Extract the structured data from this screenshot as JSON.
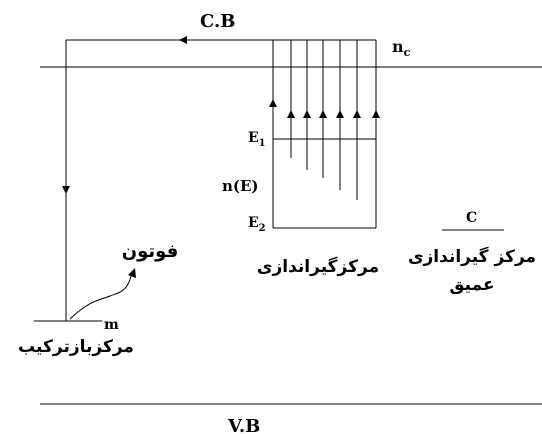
{
  "labels": {
    "conduction_band": "C.B",
    "valence_band": "V.B",
    "nc": "n",
    "nc_sub": "c",
    "e1": "E",
    "e1_sub": "1",
    "e2": "E",
    "e2_sub": "2",
    "ne": "n(E)",
    "c": "C",
    "m": "m",
    "photon": "فوتون",
    "trap_center": "مرکزگیراندازی",
    "deep_trap_line1": "مرکز گیراندازی",
    "deep_trap_line2": "عمیق",
    "recombination_center": "مرکزبازترکیب"
  }
}
